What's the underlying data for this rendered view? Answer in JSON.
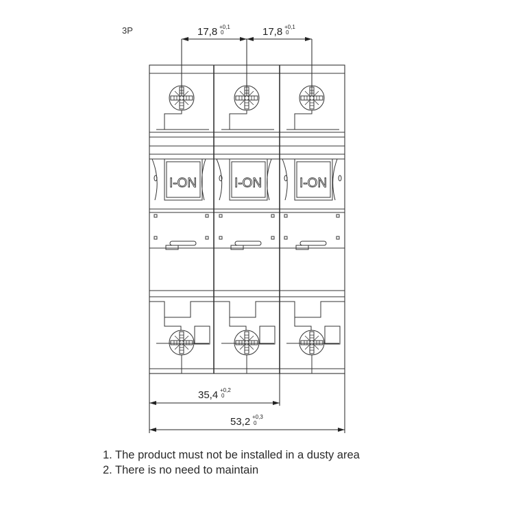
{
  "drawing": {
    "pole_label": "3P",
    "module_label": "I-ON",
    "modules": [
      {
        "label": "I-ON"
      },
      {
        "label": "I-ON"
      },
      {
        "label": "I-ON"
      }
    ],
    "dimensions": {
      "pitch_1": {
        "value": "17,8",
        "tol_upper": "+0,1",
        "tol_lower": "0"
      },
      "pitch_2": {
        "value": "17,8",
        "tol_upper": "+0,1",
        "tol_lower": "0"
      },
      "two_pole_width": {
        "value": "35,4",
        "tol_upper": "+0,2",
        "tol_lower": "0"
      },
      "total_width": {
        "value": "53,2",
        "tol_upper": "+0,3",
        "tol_lower": "0"
      }
    },
    "line_color": "#3a3a3a"
  },
  "notes": [
    "1. The product must not be installed in a dusty area",
    "2. There is no need to maintain"
  ]
}
